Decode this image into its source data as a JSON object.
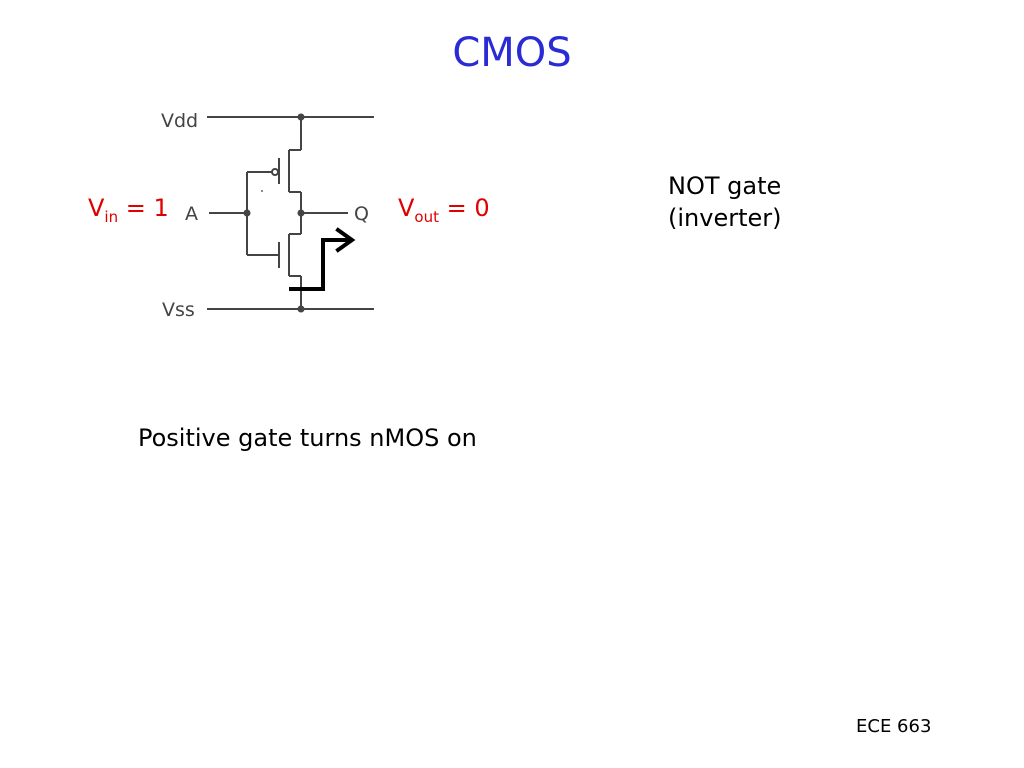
{
  "slide": {
    "title": "CMOS",
    "footer": "ECE 663"
  },
  "circuit": {
    "vdd_label": "Vdd",
    "vss_label": "Vss",
    "input_label": "A",
    "output_label": "Q",
    "vin": {
      "symbol": "V",
      "subscript": "in",
      "value": " = 1"
    },
    "vout": {
      "symbol": "V",
      "subscript": "out",
      "value": " = 0"
    }
  },
  "gate_description": {
    "line1": "NOT gate",
    "line2": "(inverter)"
  },
  "caption": "Positive gate turns nMOS on",
  "colors": {
    "title": "#2b2bd6",
    "voltage_labels": "#e00000",
    "wires": "#444444",
    "current_arrow": "#000000"
  }
}
